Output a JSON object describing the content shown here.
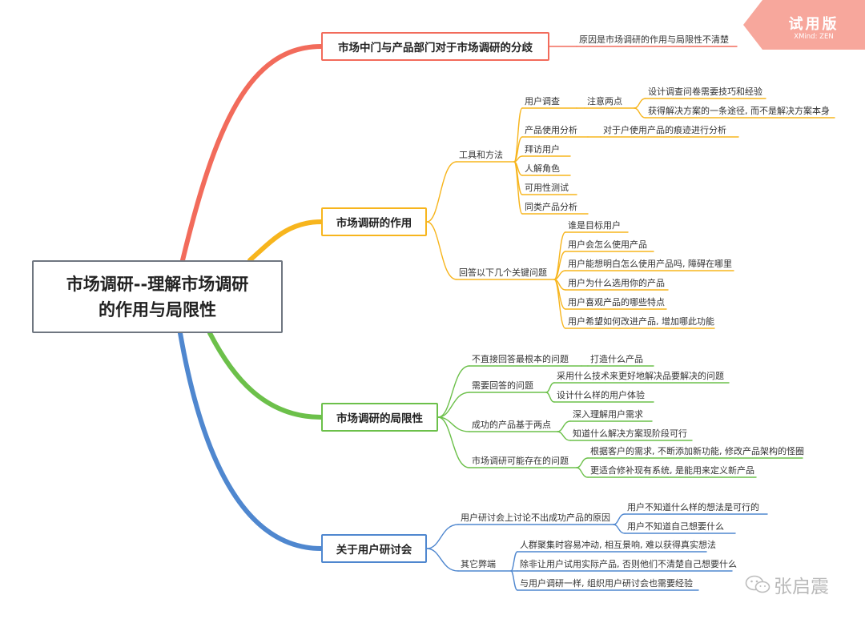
{
  "root": {
    "line1": "市场调研--理解市场调研",
    "line2": "的作用与局限性"
  },
  "watermark": {
    "trial_label": "试用版",
    "trial_sub": "XMind: ZEN",
    "author": "张启震"
  },
  "colors": {
    "red": "#f26b5b",
    "orange": "#f7b51d",
    "green": "#6cc04a",
    "blue": "#4f87cf",
    "root_border": "#6f7680",
    "trial": "#f7a79c"
  },
  "branches": [
    {
      "label": "市场中门与产品部门对于市场调研的分歧",
      "color": "red",
      "topics": [
        {
          "label": "原因是市场调研的作用与局限性不清楚"
        }
      ]
    },
    {
      "label": "市场调研的作用",
      "color": "orange",
      "topics": [
        {
          "label": "工具和方法",
          "children": [
            {
              "label": "用户调查",
              "children": [
                {
                  "label": "注意两点",
                  "children": [
                    {
                      "label": "设计调查问卷需要技巧和经验"
                    },
                    {
                      "label": "获得解决方案的一条途径, 而不是解决方案本身"
                    }
                  ]
                }
              ]
            },
            {
              "label": "产品使用分析",
              "children": [
                {
                  "label": "对于户使用产品的痕迹进行分析"
                }
              ]
            },
            {
              "label": "拜访用户"
            },
            {
              "label": "人解角色"
            },
            {
              "label": "可用性测试"
            },
            {
              "label": "同类产品分析"
            }
          ]
        },
        {
          "label": "回答以下几个关键问题",
          "children": [
            {
              "label": "谁是目标用户"
            },
            {
              "label": "用户会怎么使用产品"
            },
            {
              "label": "用户能想明白怎么使用产品吗, 障碍在哪里"
            },
            {
              "label": "用户为什么选用你的产品"
            },
            {
              "label": "用户喜观产品的哪些特点"
            },
            {
              "label": "用户希望如何改进产品, 增加哪此功能"
            }
          ]
        }
      ]
    },
    {
      "label": "市场调研的局限性",
      "color": "green",
      "topics": [
        {
          "label": "不直接回答最根本的问题",
          "children": [
            {
              "label": "打造什么产品"
            }
          ]
        },
        {
          "label": "需要回答的问题",
          "children": [
            {
              "label": "采用什么技术来更好地解决品要解决的问题"
            },
            {
              "label": "设计什么样的用户体验"
            }
          ]
        },
        {
          "label": "成功的产品基于两点",
          "children": [
            {
              "label": "深入理解用户需求"
            },
            {
              "label": "知道什么解决方案现阶段可行"
            }
          ]
        },
        {
          "label": "市场调研可能存在的问题",
          "children": [
            {
              "label": "根据客户的需求, 不断添加新功能, 修改产品架构的怪圈"
            },
            {
              "label": "更适合修补现有系统, 是能用来定义新产品"
            }
          ]
        }
      ]
    },
    {
      "label": "关于用户研讨会",
      "color": "blue",
      "topics": [
        {
          "label": "用户研讨会上讨论不出成功产品的原因",
          "children": [
            {
              "label": "用户不知道什么样的想法是可行的"
            },
            {
              "label": "用户不知道自己想要什么"
            }
          ]
        },
        {
          "label": "其它弊端",
          "children": [
            {
              "label": "人群聚集时容易冲动, 相互景响, 难以获得真实想法"
            },
            {
              "label": "除非让用户试用实际产品, 否则他们不清楚自己想要什么"
            },
            {
              "label": "与用户调研一样, 组织用户研讨会也需要经验"
            }
          ]
        }
      ]
    }
  ]
}
